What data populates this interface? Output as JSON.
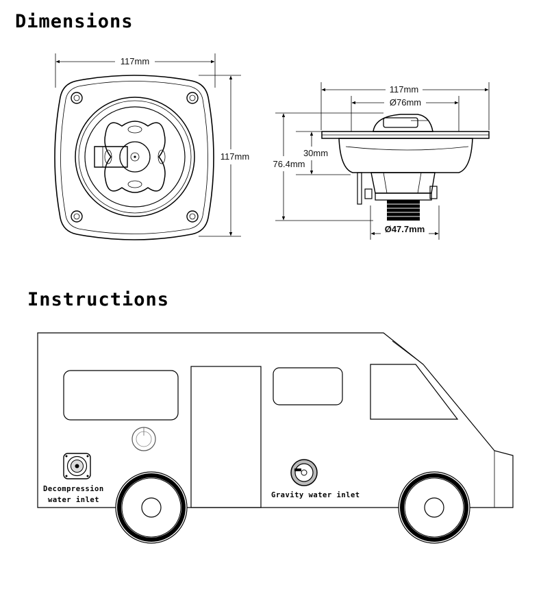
{
  "headings": {
    "dimensions": "Dimensions",
    "instructions": "Instructions"
  },
  "dimensions": {
    "front_width": "117mm",
    "front_height": "117mm",
    "side_width": "117mm",
    "side_diameter_top": "Ø76mm",
    "side_flange_depth": "30mm",
    "side_total_height": "76.4mm",
    "side_thread_diameter": "Ø47.7mm"
  },
  "instructions": {
    "decompression_line1": "Decompression",
    "decompression_line2": "water inlet",
    "gravity": "Gravity water inlet"
  }
}
